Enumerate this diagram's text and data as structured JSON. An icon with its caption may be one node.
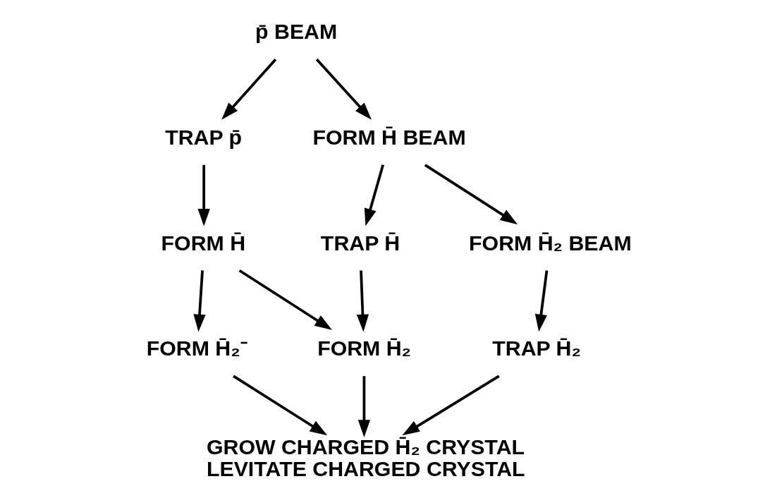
{
  "diagram": {
    "nodes": [
      {
        "text": [
          "p̄ BEAM"
        ]
      },
      {
        "text": [
          "TRAP p̄"
        ]
      },
      {
        "text": [
          "FORM H̄ BEAM"
        ]
      },
      {
        "text": [
          "FORM H̄"
        ]
      },
      {
        "text": [
          "TRAP H̄"
        ]
      },
      {
        "text": [
          "FORM H̄₂ BEAM"
        ]
      },
      {
        "text": [
          "FORM H̄₂⁻"
        ]
      },
      {
        "text": [
          "FORM H̄₂"
        ]
      },
      {
        "text": [
          "TRAP H̄₂"
        ]
      },
      {
        "text": [
          "GROW CHARGED H̄₂ CRYSTAL",
          "LEVITATE CHARGED CRYSTAL"
        ]
      }
    ],
    "edges": [
      {
        "from": 0,
        "to": 1,
        "arrow": "to"
      },
      {
        "from": 0,
        "to": 2,
        "arrow": "to"
      },
      {
        "from": 1,
        "to": 3,
        "arrow": "to"
      },
      {
        "from": 2,
        "to": 4,
        "arrow": "to"
      },
      {
        "from": 2,
        "to": 5,
        "arrow": "to"
      },
      {
        "from": 3,
        "to": 6,
        "arrow": "to"
      },
      {
        "from": 3,
        "to": 7,
        "arrow": "to"
      },
      {
        "from": 4,
        "to": 7,
        "arrow": "to"
      },
      {
        "from": 5,
        "to": 8,
        "arrow": "to"
      },
      {
        "from": 6,
        "to": 9,
        "arrow": "to"
      },
      {
        "from": 7,
        "to": 9,
        "arrow": "to"
      },
      {
        "from": 8,
        "to": 9,
        "arrow": "to"
      }
    ]
  }
}
